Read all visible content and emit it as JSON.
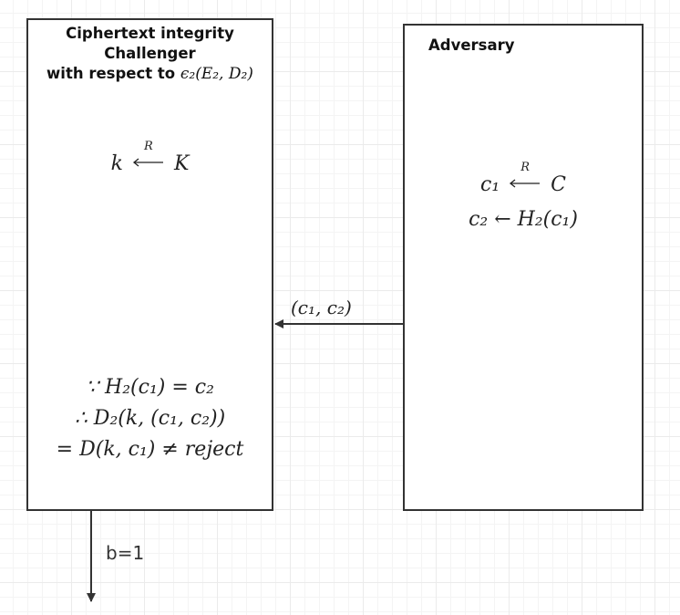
{
  "challenger": {
    "title_line1": "Ciphertext integrity",
    "title_line2": "Challenger",
    "title_line3_text": "with respect to ",
    "title_line3_math": "ϵ₂(E₂, D₂)",
    "key_lhs": "k",
    "key_rhs": "K",
    "arrow_label": "R",
    "proof_line1": "∵ H₂(c₁) = c₂",
    "proof_line2": "∴ D₂(k, (c₁, c₂))",
    "proof_line3": "= D(k, c₁) ≠ reject"
  },
  "adversary": {
    "title": "Adversary",
    "sample_lhs": "c₁",
    "sample_rhs": "C",
    "arrow_label": "R",
    "compute_line": "c₂ ← H₂(c₁)"
  },
  "message": {
    "label": "(c₁, c₂)"
  },
  "output": {
    "label": "b=1"
  },
  "colors": {
    "stroke": "#333333",
    "grid": "#ebebeb"
  }
}
